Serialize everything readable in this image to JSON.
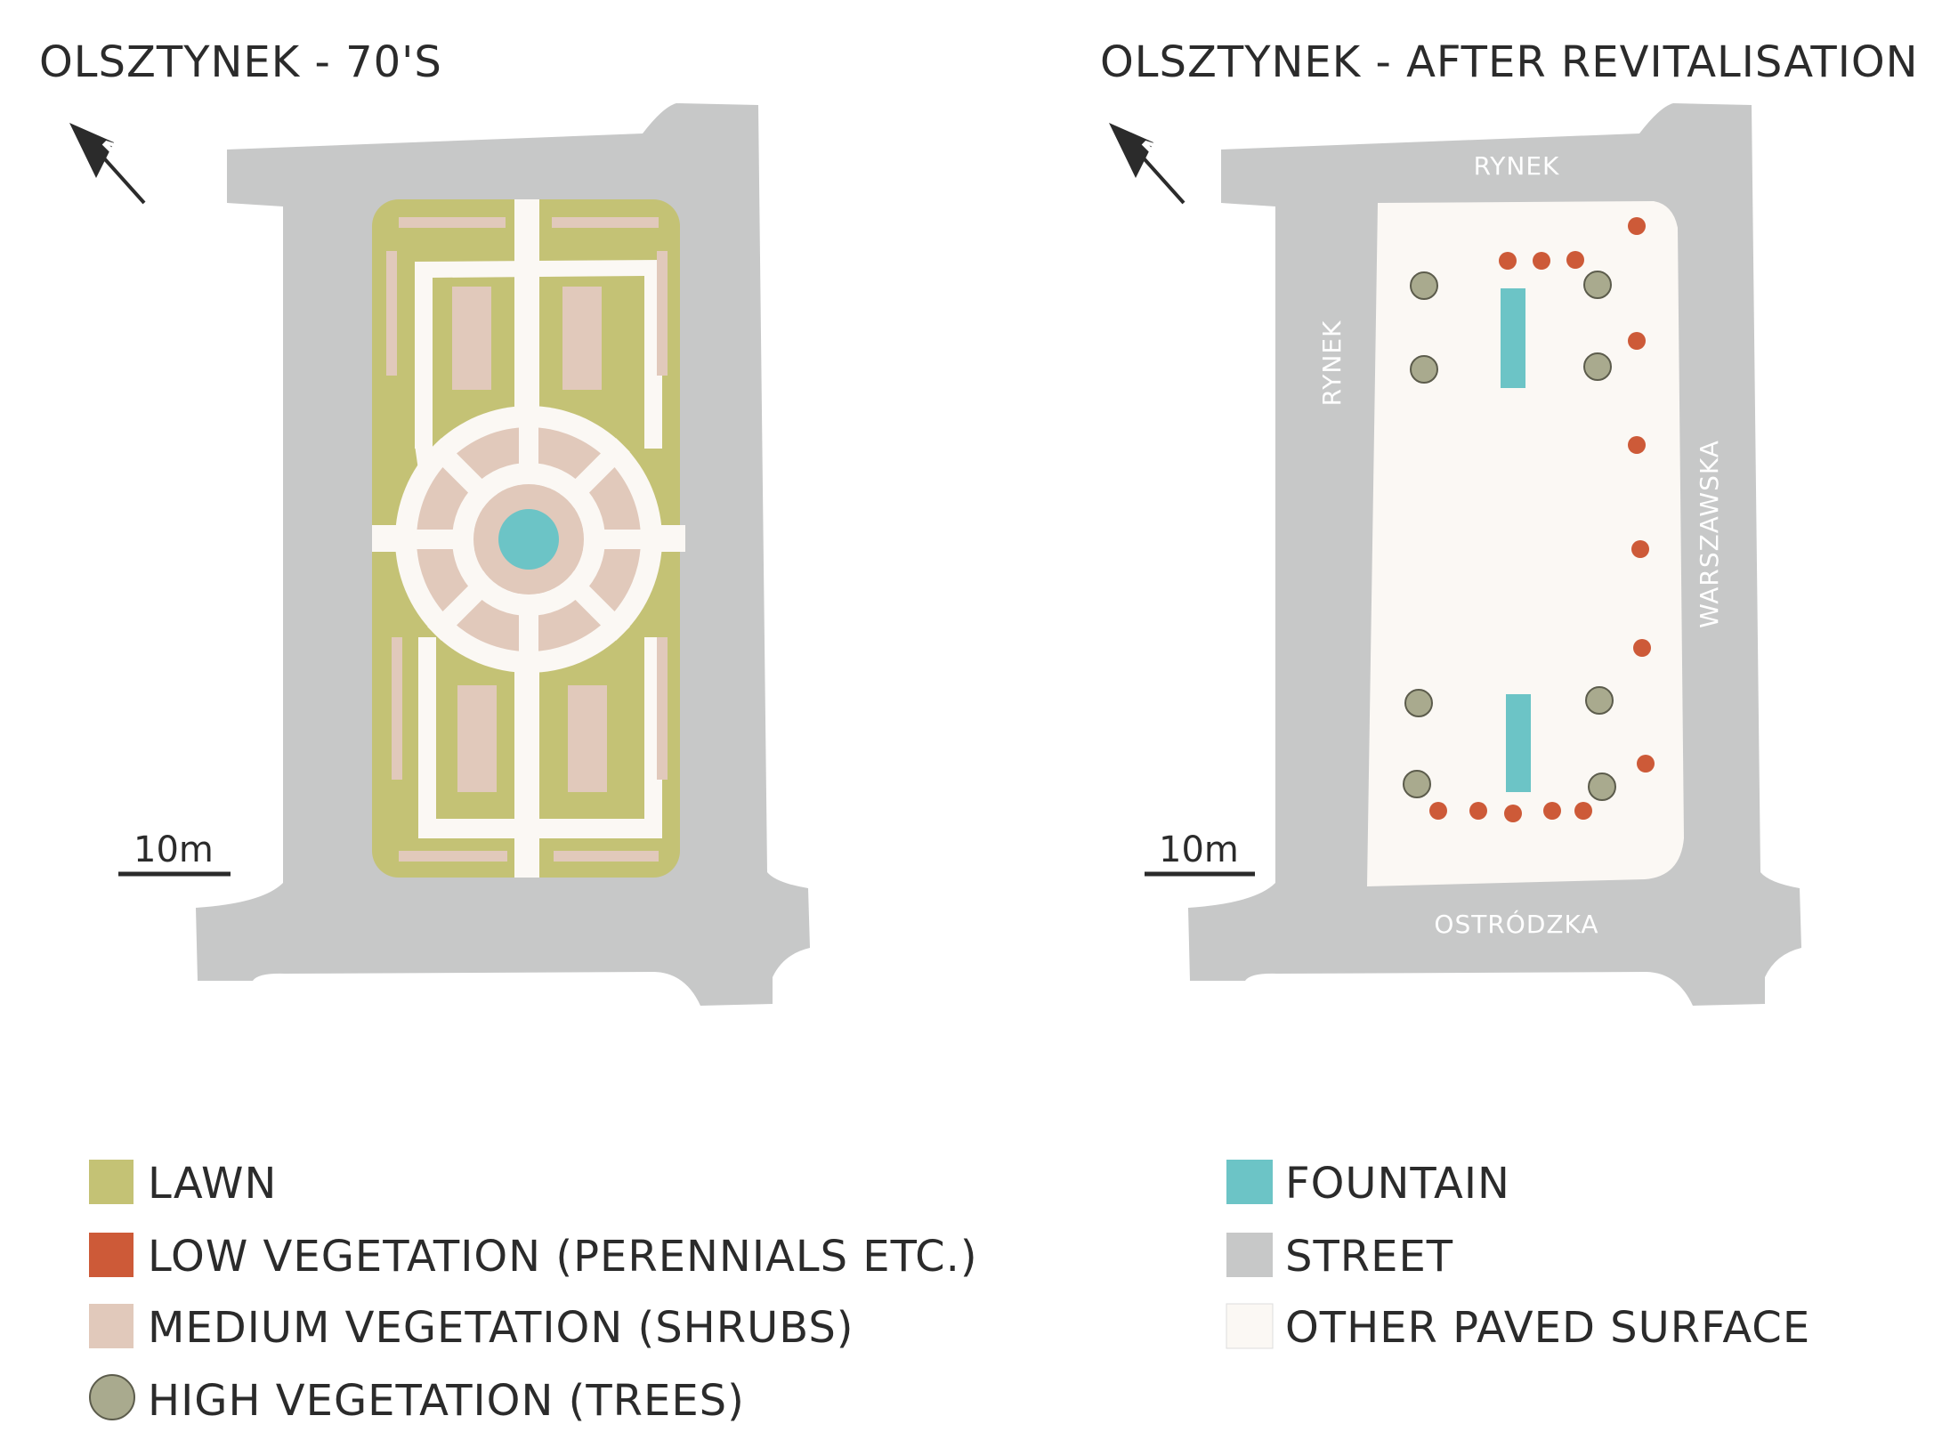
{
  "colors": {
    "lawn": "#c4c275",
    "low_vegetation": "#cd5a38",
    "medium_vegetation": "#e1c9bb",
    "high_vegetation": "#a9aa8e",
    "fountain": "#6cc4c6",
    "street": "#c7c8c8",
    "paved": "#fbf8f4"
  },
  "map_before": {
    "title": "OLSZTYNEK - 70'S",
    "scale_label": "10m",
    "north_label": "N"
  },
  "map_after": {
    "title": "OLSZTYNEK - AFTER REVITALISATION",
    "scale_label": "10m",
    "north_label": "N",
    "streets": {
      "top": "RYNEK",
      "left": "RYNEK",
      "right": "WARSZAWSKA",
      "bottom": "OSTRÓDZKA"
    }
  },
  "legend": {
    "items": [
      {
        "label": "LAWN",
        "color": "#c4c275",
        "shape": "square"
      },
      {
        "label": "LOW VEGETATION (PERENNIALS ETC.)",
        "color": "#cd5a38",
        "shape": "square"
      },
      {
        "label": "MEDIUM VEGETATION (SHRUBS)",
        "color": "#e1c9bb",
        "shape": "square"
      },
      {
        "label": "HIGH VEGETATION (TREES)",
        "color": "#a9aa8e",
        "shape": "circle"
      },
      {
        "label": "FOUNTAIN",
        "color": "#6cc4c6",
        "shape": "square"
      },
      {
        "label": "STREET",
        "color": "#c7c8c8",
        "shape": "square"
      },
      {
        "label": "OTHER PAVED SURFACE",
        "color": "#fbf8f4",
        "shape": "square"
      }
    ]
  }
}
